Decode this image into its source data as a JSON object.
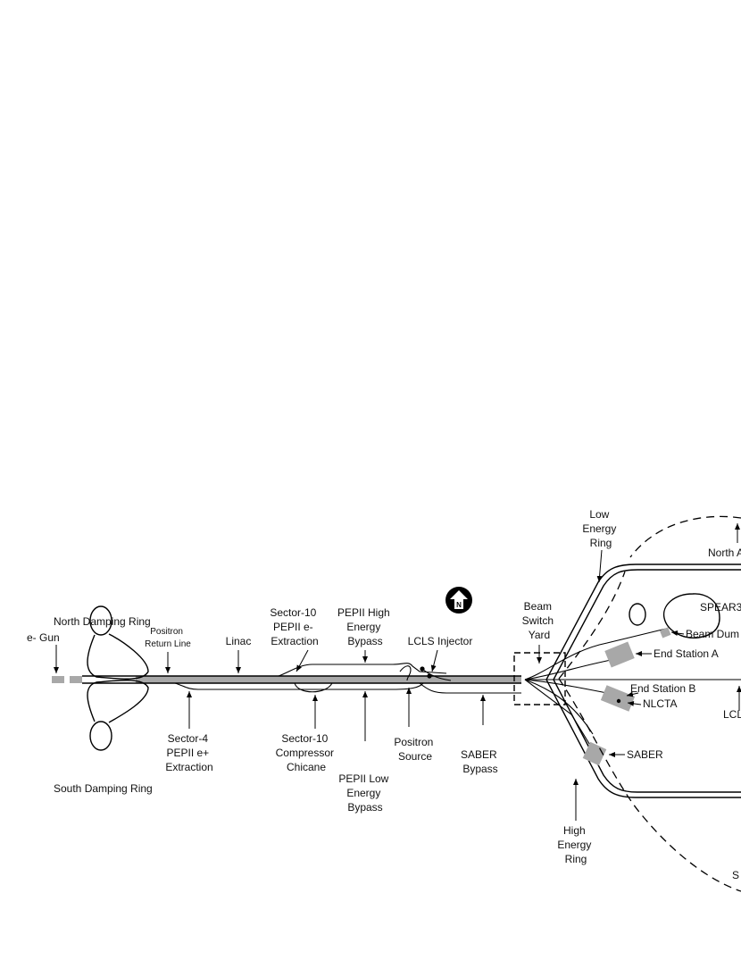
{
  "labels": {
    "low_energy_ring": [
      "Low",
      "Energy",
      "Ring"
    ],
    "north": "North A",
    "beam_switch_yard": [
      "Beam",
      "Switch",
      "Yard"
    ],
    "spear3": "SPEAR3",
    "beam_dump": "Beam Dum",
    "end_station_a": "End Station A",
    "end_station_b": "End Station B",
    "nlcta": "NLCTA",
    "lcl": "LCL",
    "saber_station": "SABER",
    "high_energy_ring": [
      "High",
      "Energy",
      "Ring"
    ],
    "south": "S",
    "north_damping_ring": "North Damping Ring",
    "south_damping_ring": "South Damping Ring",
    "e_gun": "e- Gun",
    "positron_return_line": [
      "Positron",
      "Return Line"
    ],
    "linac": "Linac",
    "sector10_extraction": [
      "Sector-10",
      "PEPII e-",
      "Extraction"
    ],
    "pepii_high_bypass": [
      "PEPII High",
      "Energy",
      "Bypass"
    ],
    "lcls_injector": "LCLS Injector",
    "sector4_extraction": [
      "Sector-4",
      "PEPII e+",
      "Extraction"
    ],
    "sector10_chicane": [
      "Sector-10",
      "Compressor",
      "Chicane"
    ],
    "pepii_low_bypass": [
      "PEPII Low",
      "Energy",
      "Bypass"
    ],
    "positron_source": [
      "Positron",
      "Source"
    ],
    "saber_bypass": [
      "SABER",
      "Bypass"
    ],
    "north_arrow_letter": "N"
  }
}
